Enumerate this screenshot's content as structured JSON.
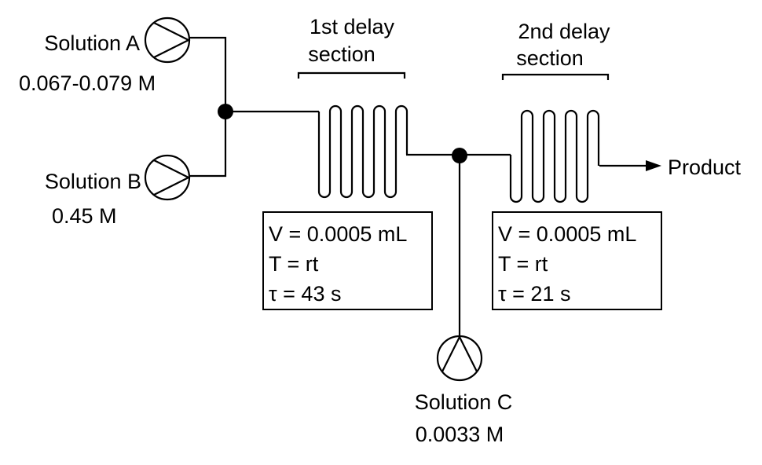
{
  "solution_a": {
    "name": "Solution A",
    "concentration": "0.067-0.079 M"
  },
  "solution_b": {
    "name": "Solution B",
    "concentration": "0.45 M"
  },
  "solution_c": {
    "name": "Solution C",
    "concentration": "0.0033 M"
  },
  "delay1": {
    "title_line1": "1st delay",
    "title_line2": "section",
    "volume": "V = 0.0005 mL",
    "temperature": "T = rt",
    "residence_time": "τ = 43 s"
  },
  "delay2": {
    "title_line1": "2nd delay",
    "title_line2": "section",
    "volume": "V = 0.0005 mL",
    "temperature": "T = rt",
    "residence_time": "τ = 21 s"
  },
  "output": {
    "label": "Product"
  }
}
